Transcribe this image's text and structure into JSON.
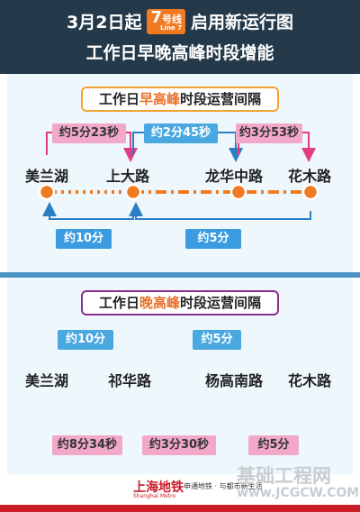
{
  "header": {
    "part1": "3月2日起",
    "line_num": "7",
    "line_hao": "号线",
    "line_en": "Line 7",
    "part2": "启用新运行图",
    "line2": "工作日早晚高峰时段增能"
  },
  "morning": {
    "title_pre": "工作日",
    "title_hl": "早高峰",
    "title_post": "时段运营间隔",
    "stations": [
      "美兰湖",
      "上大路",
      "龙华中路",
      "花木路"
    ],
    "top_labels": [
      "约5分23秒",
      "约2分45秒",
      "约3分53秒"
    ],
    "bottom_labels": [
      "约10分",
      "约5分"
    ]
  },
  "evening": {
    "title_pre": "工作日",
    "title_hl": "晚高峰",
    "title_post": "时段运营间隔",
    "stations": [
      "美兰湖",
      "祁华路",
      "杨高南路",
      "花木路"
    ],
    "top_labels": [
      "约10分",
      "约5分"
    ],
    "bottom_labels": [
      "约8分34秒",
      "约3分30秒",
      "约5分"
    ]
  },
  "footer": {
    "metro_cn": "上海地铁",
    "metro_en": "Shanghai Metro",
    "partner": "申通地铁 · 与都市新生活",
    "watermark_cn": "基础工程网",
    "watermark_url": "www.JCGCW.COM"
  },
  "colors": {
    "header_bg": "#243949",
    "orange": "#f07a22",
    "pink": "#f2a8c9",
    "pink_arrow": "#e23d84",
    "blue": "#4aa8e0",
    "blue_arrow": "#2b7fc4"
  }
}
